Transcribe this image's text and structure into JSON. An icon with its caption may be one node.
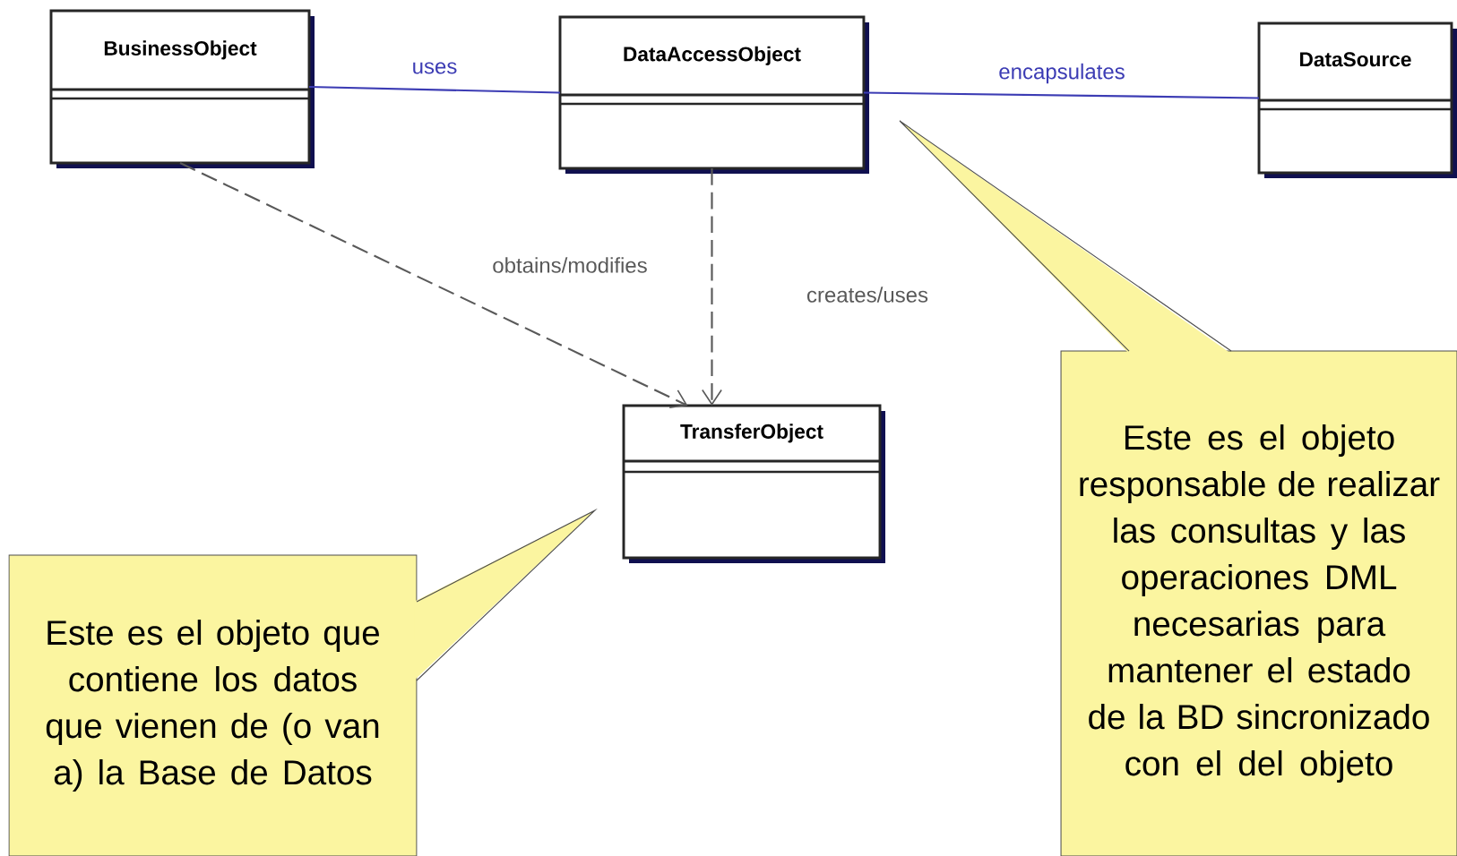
{
  "diagram": {
    "nodes": [
      {
        "text": [
          "BusinessObject"
        ]
      },
      {
        "text": [
          "DataAccessObject"
        ]
      },
      {
        "text": [
          "DataSource"
        ]
      },
      {
        "text": [
          "TransferObject"
        ]
      },
      {
        "text": [
          "Este es el objeto que contiene los datos que vienen de (o van a) la Base de Datos"
        ]
      },
      {
        "text": [
          "Este es el objeto responsable de realizar las consultas y las operaciones DML necesarias para mantener el estado de la BD sincronizado con el del objeto"
        ]
      }
    ],
    "edges": [
      {
        "from": 0,
        "to": 1,
        "arrow": "none",
        "label": "uses",
        "color": "#3c3cb4"
      },
      {
        "from": 1,
        "to": 2,
        "arrow": "none",
        "label": "encapsulates",
        "color": "#3c3cb4"
      },
      {
        "from": 0,
        "to": 3,
        "arrow": "to",
        "label": "obtains/modifies",
        "style": "dashed",
        "color": "#595959"
      },
      {
        "from": 1,
        "to": 3,
        "arrow": "to",
        "label": "creates/uses",
        "style": "dashed",
        "color": "#595959"
      }
    ]
  }
}
